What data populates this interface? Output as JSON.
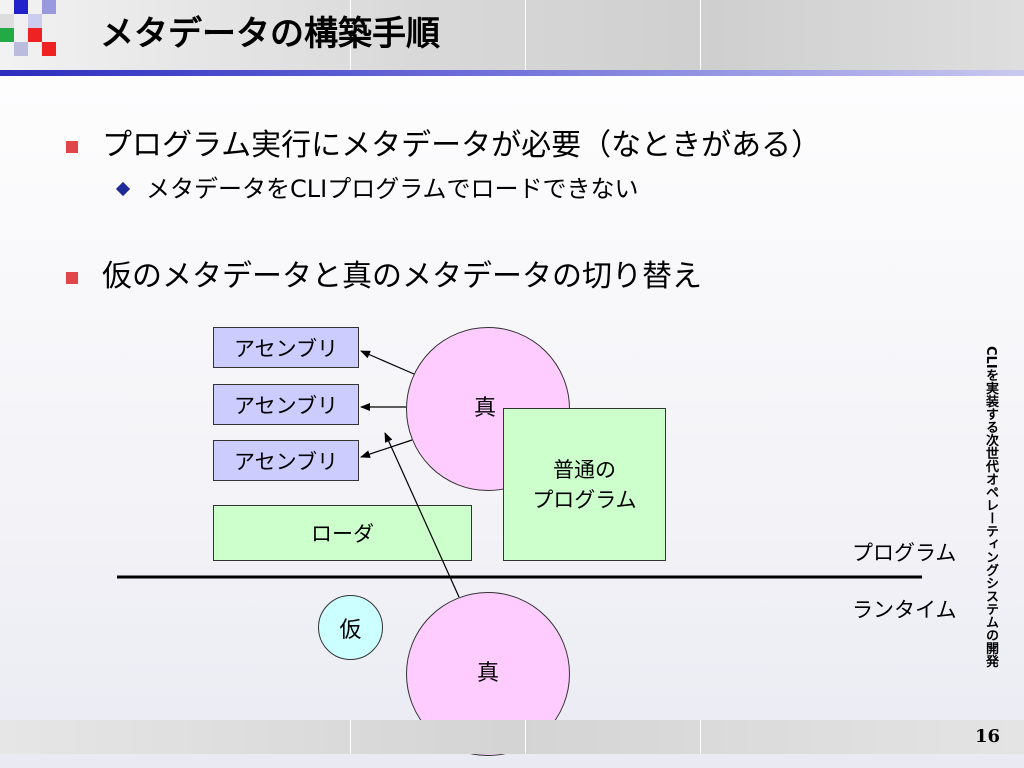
{
  "slide": {
    "title": "メタデータの構築手順",
    "bullets": [
      {
        "text": "プログラム実行にメタデータが必要（なときがある）",
        "sub": [
          "メタデータをCLIプログラムでロードできない"
        ]
      },
      {
        "text": "仮のメタデータと真のメタデータの切り替え"
      }
    ],
    "diagram": {
      "assemblies": [
        "アセンブリ",
        "アセンブリ",
        "アセンブリ"
      ],
      "loader": "ローダ",
      "normal_program": "普通の\nプログラム",
      "true_top": "真",
      "true_bottom": "真",
      "provisional": "仮",
      "program_label": "プログラム",
      "runtime_label": "ランタイム"
    },
    "side_text": "CLIを実装する次世代オペレーティングシステムの開発",
    "page_number": "16"
  },
  "colors": {
    "accent_blue": "#2d2dbf",
    "bullet_red": "#e0464a",
    "assembly_fill": "#ccccff",
    "green_fill": "#ccffcc",
    "pink_fill": "#ffccff",
    "cyan_fill": "#ccffff"
  },
  "icons": {
    "level1_bullet": "square-bullet-icon",
    "level2_bullet": "diamond-bullet-icon"
  }
}
